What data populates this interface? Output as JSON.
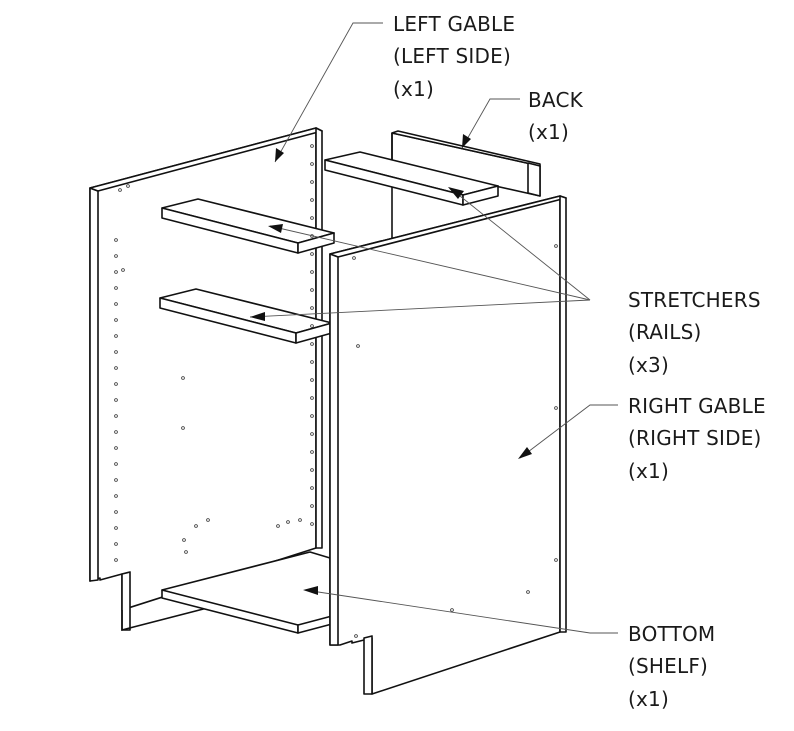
{
  "labels": {
    "left_gable": {
      "line1": "LEFT GABLE",
      "line2": "(LEFT SIDE)",
      "qty": "(x1)"
    },
    "back": {
      "line1": "BACK",
      "qty": "(x1)"
    },
    "stretchers": {
      "line1": "STRETCHERS",
      "line2": "(RAILS)",
      "qty": "(x3)"
    },
    "right_gable": {
      "line1": "RIGHT GABLE",
      "line2": "(RIGHT SIDE)",
      "qty": "(x1)"
    },
    "bottom": {
      "line1": "BOTTOM",
      "line2": "(SHELF)",
      "qty": "(x1)"
    }
  },
  "colors": {
    "line": "#111111",
    "leader": "#555555",
    "background": "#ffffff"
  }
}
